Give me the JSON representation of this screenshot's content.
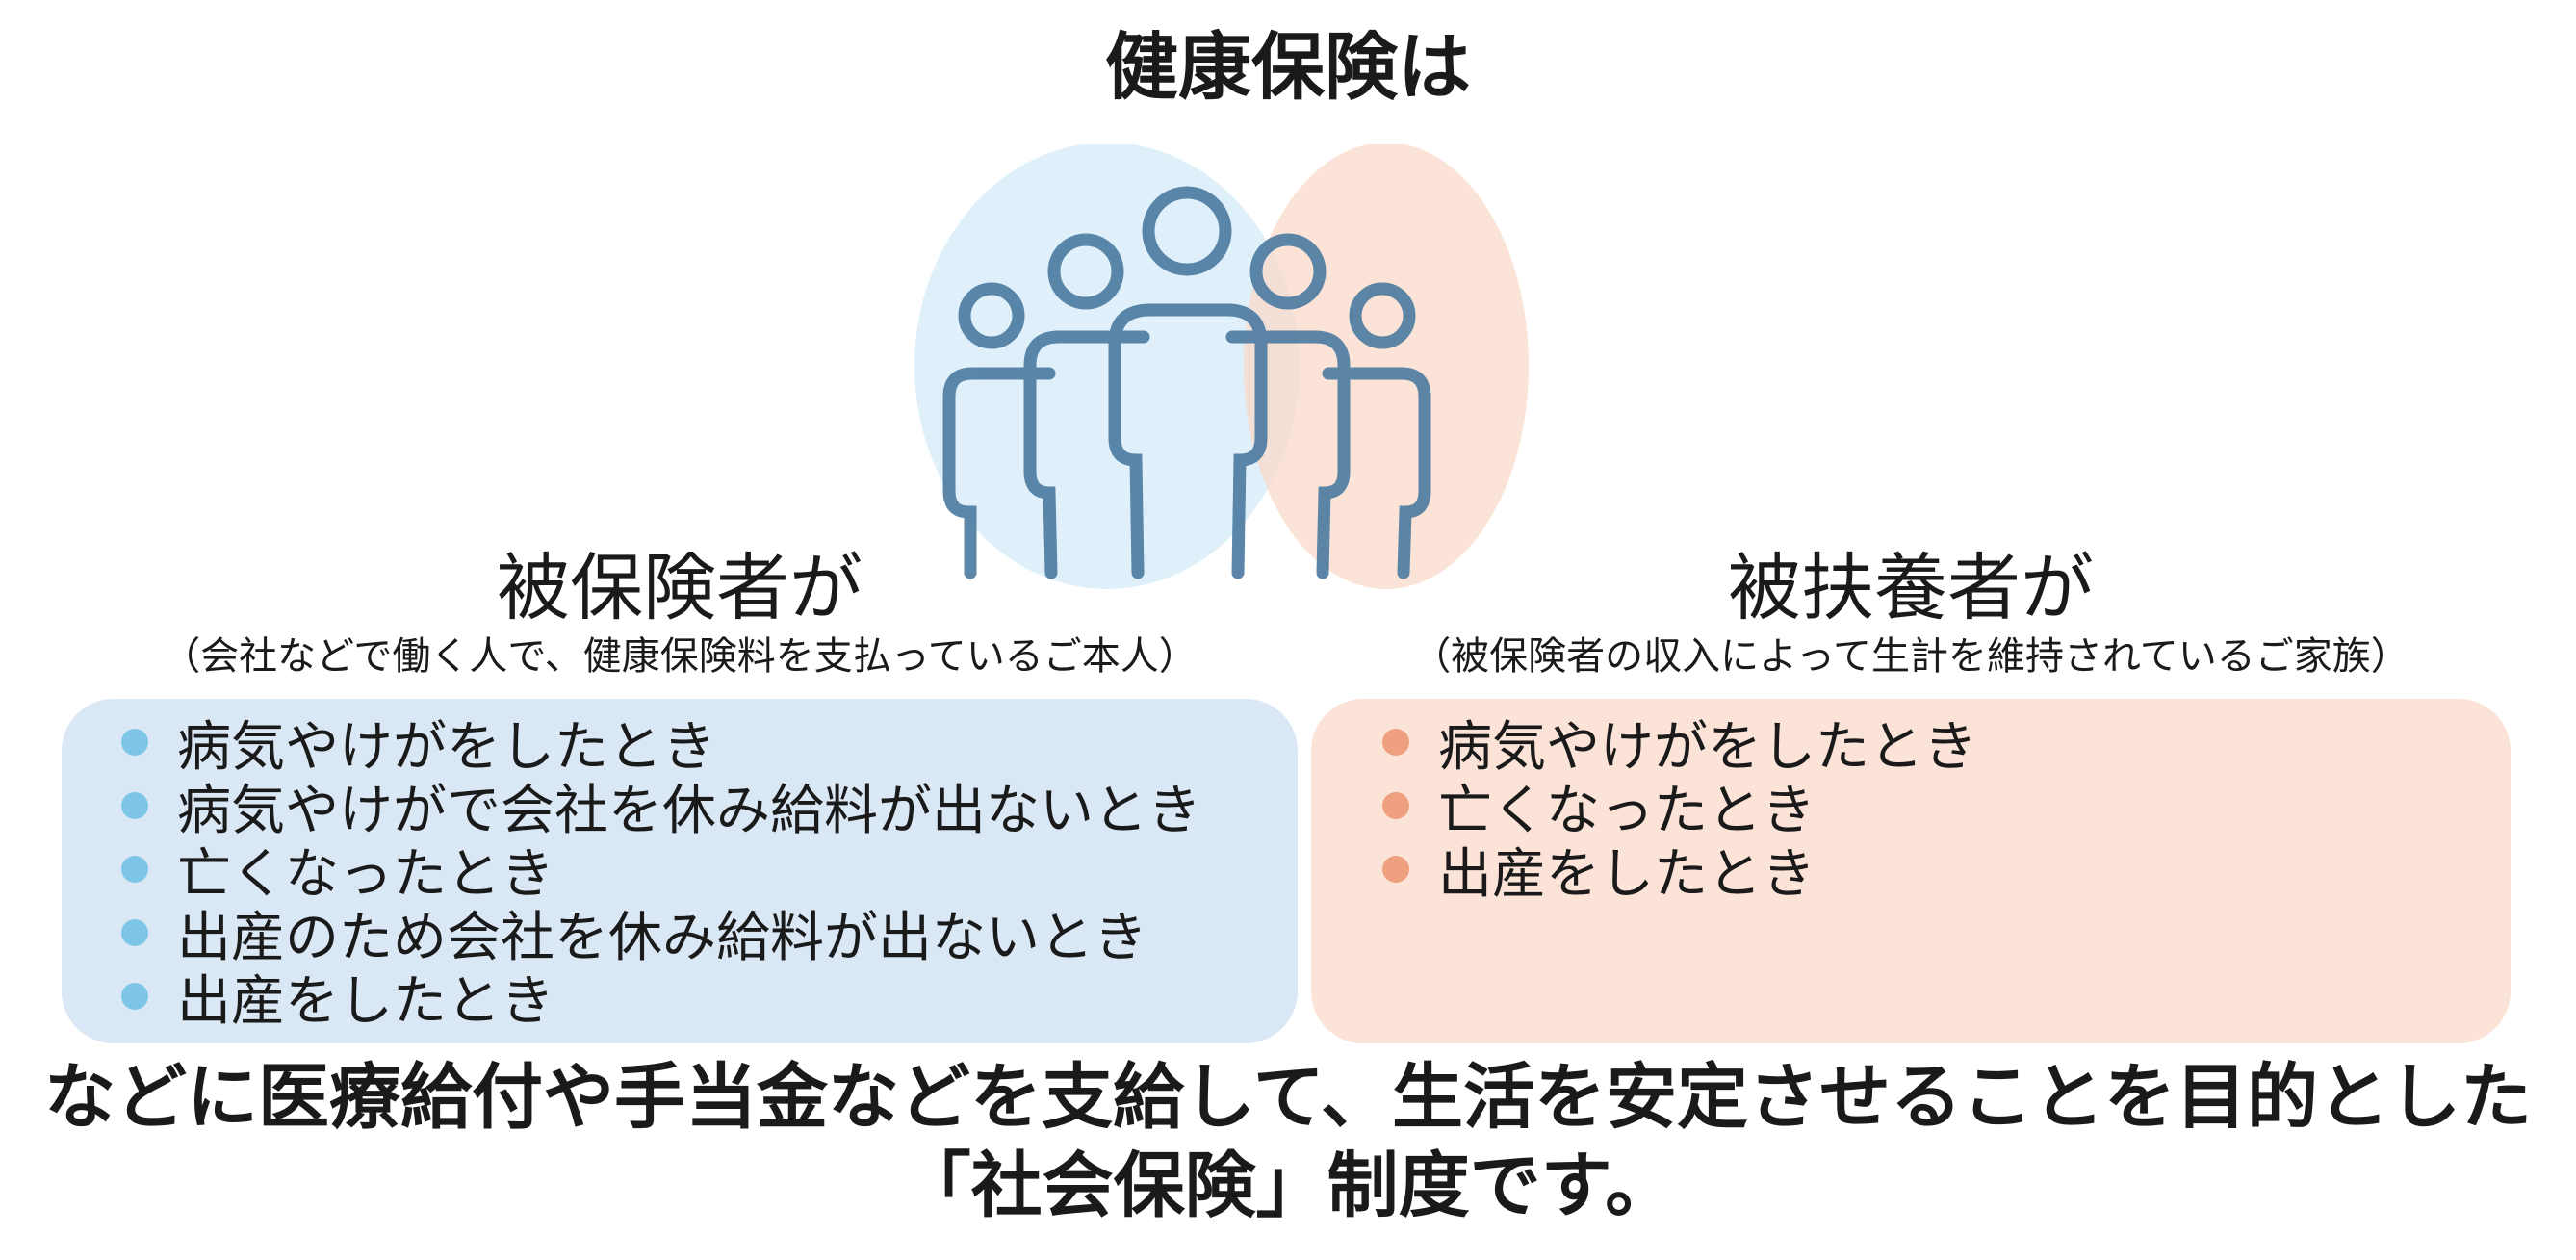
{
  "title": "健康保険は",
  "insured": {
    "heading": "被保険者が",
    "note": "（会社などで働く人で、健康保険料を支払っているご本人）",
    "items": [
      "病気やけがをしたとき",
      "病気やけがで会社を休み給料が出ないとき",
      "亡くなったとき",
      "出産のため会社を休み給料が出ないとき",
      "出産をしたとき"
    ]
  },
  "dependent": {
    "heading": "被扶養者が",
    "note": "（被保険者の収入によって生計を維持されているご家族）",
    "items": [
      "病気やけがをしたとき",
      "亡くなったとき",
      "出産をしたとき"
    ]
  },
  "footer": {
    "line1": "などに医療給付や手当金などを支給して、生活を安定させることを目的とした",
    "line2": "「社会保険」制度です。"
  },
  "colors": {
    "insured_box": "#dae7f5",
    "insured_bullet": "#7ec6e8",
    "dependent_box": "#fbe3d7",
    "dependent_bullet": "#efa07e",
    "people_icon": "#4a7aa0"
  },
  "icons": [
    "people-group-icon"
  ]
}
